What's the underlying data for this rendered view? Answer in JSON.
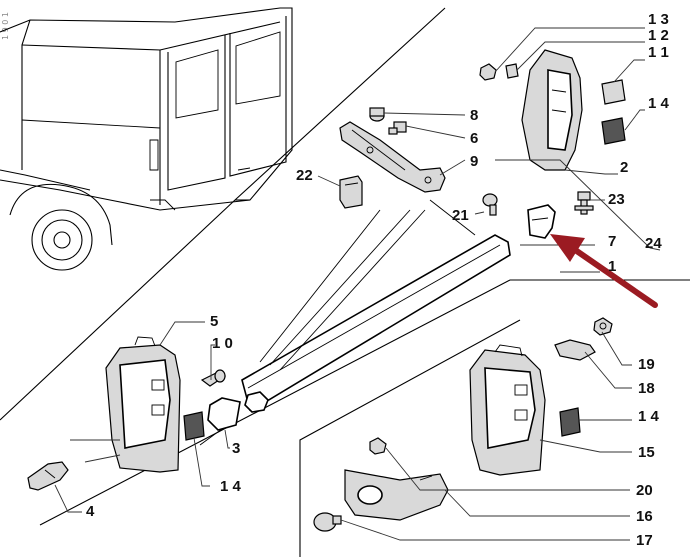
{
  "diagram": {
    "side_text": "1 9 0 1",
    "callouts": {
      "c1": "1",
      "c2": "2",
      "c3": "3",
      "c4": "4",
      "c5": "5",
      "c6": "6",
      "c7": "7",
      "c8": "8",
      "c9": "9",
      "c10": "1 0",
      "c11": "1 1",
      "c12": "1 2",
      "c13": "1 3",
      "c14a": "1 4",
      "c14b": "1 4",
      "c14c": "1 4",
      "c15": "15",
      "c16": "16",
      "c17": "17",
      "c18": "18",
      "c19": "19",
      "c20": "20",
      "c21": "21",
      "c22": "22",
      "c23": "23",
      "c24": "24"
    },
    "arrow_color": "#9b1b22"
  }
}
